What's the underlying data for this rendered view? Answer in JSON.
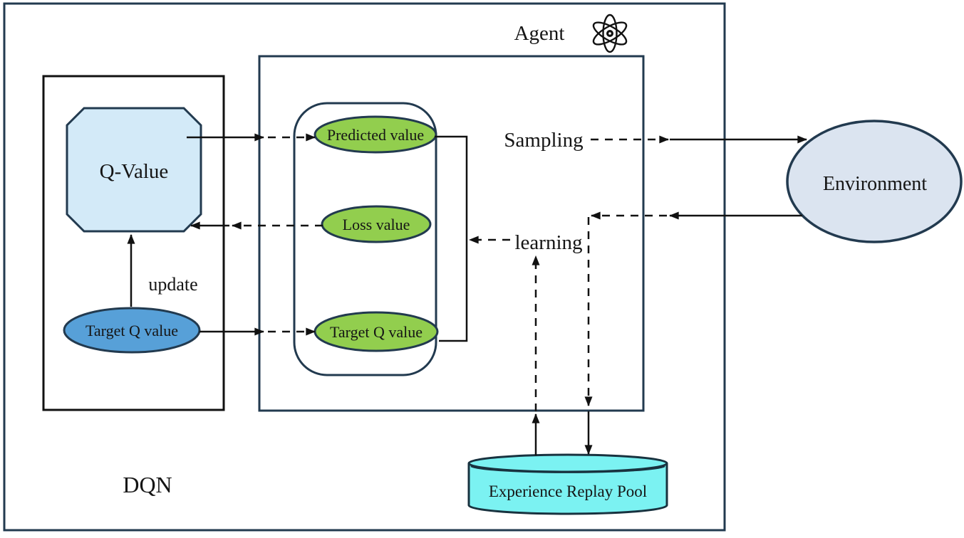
{
  "agent": {
    "label": "Agent"
  },
  "environment": {
    "label": "Environment"
  },
  "dqn": {
    "label": "DQN",
    "q_value": "Q-Value",
    "target_q": "Target Q value",
    "update": "update"
  },
  "network": {
    "predicted": "Predicted value",
    "loss": "Loss value",
    "target_q": "Target Q value"
  },
  "replay_pool": {
    "label": "Experience Replay Pool"
  },
  "flows": {
    "sampling": "Sampling",
    "learning": "learning"
  },
  "icons": {
    "agent_icon": "atom"
  },
  "colors": {
    "box_border": "#223a4f",
    "dqn_border": "#111111",
    "arrow": "#111111",
    "q_value_fill": "#d3eaf8",
    "target_q_fill": "#57a0d8",
    "network_value_fill": "#92ce4e",
    "environment_fill": "#dbe4f0",
    "replay_pool_fill": "#7bf2f2"
  }
}
